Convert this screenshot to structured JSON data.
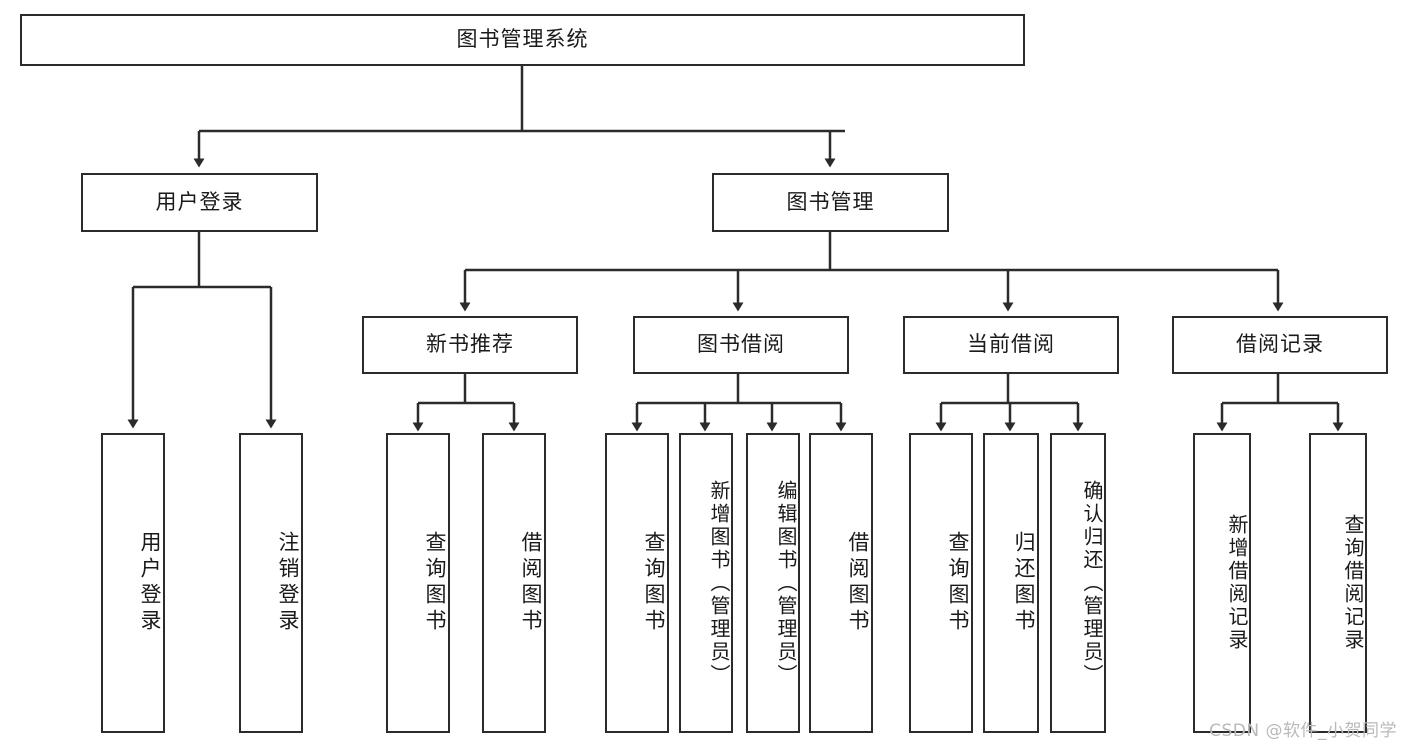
{
  "diagram": {
    "title": "图书管理系统",
    "watermark": "CSDN @软件_小贺同学",
    "stroke_color": "#2b2b2b",
    "fill_color": "#ffffff",
    "background_color": "#ffffff",
    "watermark_color": "#b9b9b9"
  },
  "nodes": {
    "root": {
      "label": "图书管理系统"
    },
    "level2": [
      {
        "id": "user-login",
        "label": "用户登录"
      },
      {
        "id": "book-manage",
        "label": "图书管理"
      }
    ],
    "level3": [
      {
        "id": "new-book-recommend",
        "label": "新书推荐"
      },
      {
        "id": "book-borrow",
        "label": "图书借阅"
      },
      {
        "id": "current-borrow",
        "label": "当前借阅"
      },
      {
        "id": "borrow-record",
        "label": "借阅记录"
      }
    ],
    "leaves": {
      "user_login": [
        {
          "id": "leaf-user-login",
          "label": "用户登录"
        },
        {
          "id": "leaf-logout-login",
          "label": "注销登录"
        }
      ],
      "new_book_recommend": [
        {
          "id": "leaf-query-book-1",
          "label": "查询图书"
        },
        {
          "id": "leaf-borrow-book-1",
          "label": "借阅图书"
        }
      ],
      "book_borrow": [
        {
          "id": "leaf-query-book-2",
          "label": "查询图书"
        },
        {
          "id": "leaf-add-book",
          "label": "新增图书（管理员）"
        },
        {
          "id": "leaf-edit-book",
          "label": "编辑图书（管理员）"
        },
        {
          "id": "leaf-borrow-book-2",
          "label": "借阅图书"
        }
      ],
      "current_borrow": [
        {
          "id": "leaf-query-book-3",
          "label": "查询图书"
        },
        {
          "id": "leaf-return-book",
          "label": "归还图书"
        },
        {
          "id": "leaf-confirm-return",
          "label": "确认归还（管理员）"
        }
      ],
      "borrow_record": [
        {
          "id": "leaf-add-record",
          "label": "新增借阅记录"
        },
        {
          "id": "leaf-query-record",
          "label": "查询借阅记录"
        }
      ]
    }
  }
}
